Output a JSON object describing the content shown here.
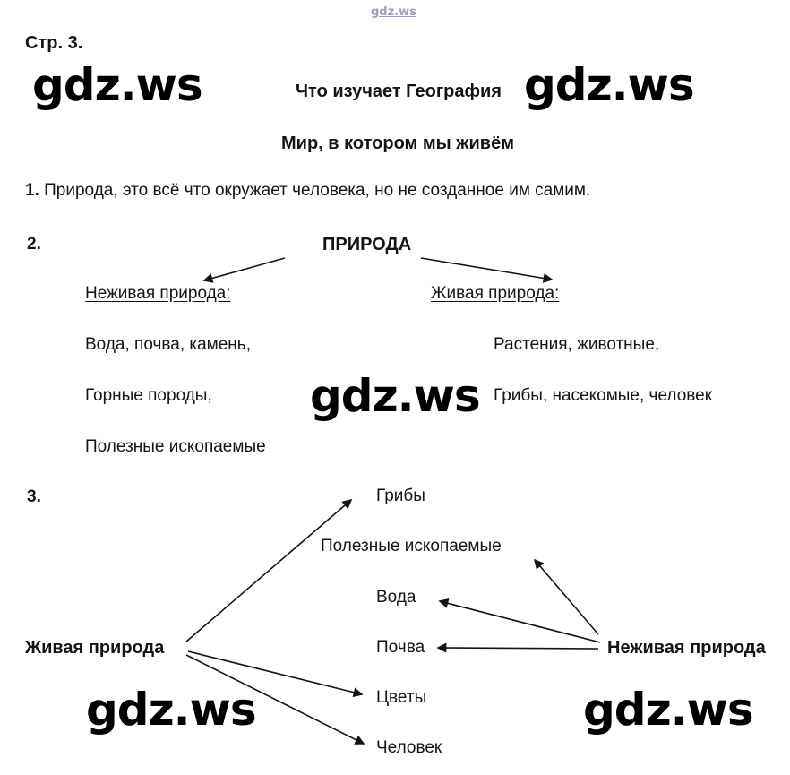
{
  "watermark": {
    "text": "gdz.ws"
  },
  "page": {
    "page_label": "Стр. 3.",
    "title": "Что изучает География",
    "subtitle": "Мир, в котором мы живём"
  },
  "item1": {
    "number": "1.",
    "text": "Природа, это всё что окружает человека, но не созданное им самим."
  },
  "item2": {
    "number": "2.",
    "root": "ПРИРОДА",
    "left": {
      "heading": "Неживая природа:",
      "lines": [
        "Вода, почва, камень,",
        "Горные породы,",
        "Полезные ископаемые"
      ]
    },
    "right": {
      "heading": "Живая природа:",
      "lines": [
        "Растения, животные,",
        "Грибы, насекомые, человек"
      ]
    }
  },
  "item3": {
    "number": "3.",
    "left_label": "Живая природа",
    "right_label": "Неживая природа",
    "items": [
      "Грибы",
      "Полезные ископаемые",
      "Вода",
      "Почва",
      "Цветы",
      "Человек"
    ]
  }
}
